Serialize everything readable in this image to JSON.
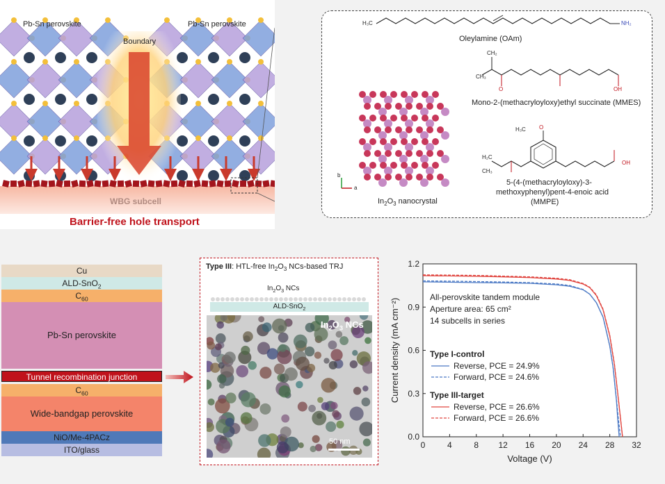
{
  "top": {
    "left_label": "Pb-Sn perovskite",
    "right_label": "Pb-Sn perovskite",
    "boundary_label": "Boundary",
    "wbg_label": "WBG subcell",
    "caption": "Barrier-free hole transport"
  },
  "molecules": {
    "oam_ch3": "H₃C",
    "oam_nh2": "NH₂",
    "oam_name": "Oleylamine (OAm)",
    "mmes_name": "Mono-2-(methacryloyloxy)ethyl succinate (MMES)",
    "mmes_ch2": "CH₂",
    "mmes_ch3": "CH₃",
    "mmpe_line1": "5-(4-(methacryloyloxy)-3-",
    "mmpe_line2": "methoxyphenyl)pent-4-enoic acid",
    "mmpe_line3": "(MMPE)",
    "mmpe_ch3o": "H₃C",
    "mmpe_ch2": "H₂C",
    "mmpe_ch3b": "CH₃",
    "oh": "OH",
    "o": "O",
    "nanocrystal_base": "In",
    "nanocrystal_sub1": "2",
    "nanocrystal_mid": "O",
    "nanocrystal_sub2": "3",
    "nanocrystal_suffix": " nanocrystal",
    "axis_b": "b",
    "axis_a": "a"
  },
  "stack": {
    "cu": "Cu",
    "ald_base": "ALD-SnO",
    "ald_sub": "2",
    "c60_base": "C",
    "c60_sub": "60",
    "pbsn": "Pb-Sn perovskite",
    "trj": "Tunnel recombination junction",
    "c60b_base": "C",
    "c60b_sub": "60",
    "wbg": "Wide-bandgap perovskite",
    "nio": "NiO/Me-4PACz",
    "ito": "ITO/glass"
  },
  "tem": {
    "title_bold": "Type III",
    "title_rest_a": ": HTL-free In",
    "title_sub1": "2",
    "title_rest_b": "O",
    "title_sub2": "3",
    "title_rest_c": " NCs-based TRJ",
    "nc_layer_a": "In",
    "nc_layer_sub1": "2",
    "nc_layer_b": "O",
    "nc_layer_sub2": "3",
    "nc_layer_c": " NCs",
    "ald_layer_a": "ALD-SnO",
    "ald_layer_sub": "2",
    "img_label_a": "In",
    "img_label_sub1": "2",
    "img_label_b": "O",
    "img_label_sub2": "3",
    "img_label_c": " NCs",
    "scale": "50 nm"
  },
  "colors": {
    "cu": "#e8d9c6",
    "ald": "#cfe9e6",
    "c60": "#f6b06a",
    "pbsn": "#d48fb4",
    "trj": "#c0121b",
    "wbg": "#f4846a",
    "nio": "#4f79b8",
    "ito": "#b7bde2",
    "control": "#4a78c4",
    "target": "#e0443e"
  },
  "chart_data": {
    "type": "line",
    "xlabel": "Voltage (V)",
    "ylabel": "Current density (mA cm⁻²)",
    "xlim": [
      0,
      32
    ],
    "ylim": [
      0,
      1.2
    ],
    "xticks": [
      0,
      4,
      8,
      12,
      16,
      20,
      24,
      28,
      32
    ],
    "yticks": [
      0.0,
      0.3,
      0.6,
      0.9,
      1.2
    ],
    "ytick_labels": [
      "0.0",
      "0.3",
      "0.6",
      "0.9",
      "1.2"
    ],
    "annotations": [
      "All-perovskite tandem module",
      "Aperture area: 65 cm²",
      "14 subcells in series"
    ],
    "legend_groups": [
      "Type I-control",
      "Type III-target"
    ],
    "series": [
      {
        "name": "Reverse, PCE = 24.9%",
        "group": "Type I-control",
        "color": "#4a78c4",
        "dash": "solid",
        "x": [
          0,
          4,
          8,
          12,
          16,
          20,
          22,
          24,
          25,
          26,
          27,
          28,
          28.5,
          29,
          29.2,
          29.4
        ],
        "y": [
          1.075,
          1.073,
          1.07,
          1.068,
          1.065,
          1.055,
          1.045,
          1.02,
          0.99,
          0.93,
          0.83,
          0.63,
          0.48,
          0.25,
          0.12,
          0.0
        ]
      },
      {
        "name": "Forward, PCE = 24.6%",
        "group": "Type I-control",
        "color": "#4a78c4",
        "dash": "dashed",
        "x": [
          0,
          4,
          8,
          12,
          16,
          20,
          22,
          24,
          25,
          26,
          27,
          28,
          28.5,
          29,
          29.3,
          29.6
        ],
        "y": [
          1.082,
          1.08,
          1.077,
          1.074,
          1.07,
          1.06,
          1.05,
          1.022,
          0.99,
          0.93,
          0.83,
          0.63,
          0.48,
          0.26,
          0.12,
          0.0
        ]
      },
      {
        "name": "Reverse, PCE = 26.6%",
        "group": "Type III-target",
        "color": "#e0443e",
        "dash": "solid",
        "x": [
          0,
          4,
          8,
          12,
          16,
          20,
          22,
          24,
          25,
          26,
          27,
          28,
          28.7,
          29.2,
          29.6,
          29.9
        ],
        "y": [
          1.118,
          1.116,
          1.114,
          1.11,
          1.105,
          1.095,
          1.085,
          1.06,
          1.035,
          0.98,
          0.88,
          0.7,
          0.5,
          0.3,
          0.13,
          0.0
        ]
      },
      {
        "name": "Forward, PCE = 26.6%",
        "group": "Type III-target",
        "color": "#e0443e",
        "dash": "dashed",
        "x": [
          0,
          4,
          8,
          12,
          16,
          20,
          22,
          24,
          25,
          26,
          27,
          28,
          28.7,
          29.2,
          29.6,
          29.9
        ],
        "y": [
          1.124,
          1.122,
          1.12,
          1.115,
          1.11,
          1.1,
          1.09,
          1.064,
          1.038,
          0.985,
          0.885,
          0.705,
          0.505,
          0.3,
          0.13,
          0.0
        ]
      }
    ]
  }
}
